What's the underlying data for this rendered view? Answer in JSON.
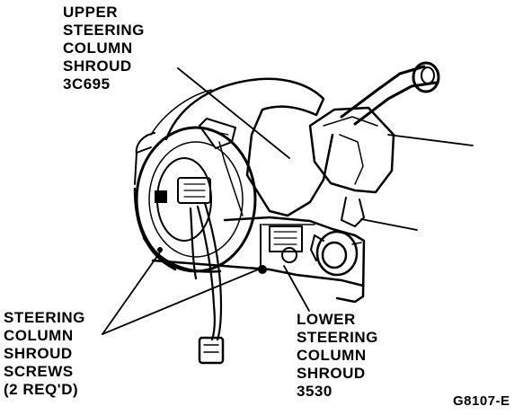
{
  "callouts": {
    "upper_shroud": {
      "lines": [
        "UPPER",
        "STEERING",
        "COLUMN",
        "SHROUD",
        "3C695"
      ]
    },
    "shroud_screws": {
      "lines": [
        "STEERING",
        "COLUMN",
        "SHROUD",
        "SCREWS",
        "(2 REQ'D)"
      ]
    },
    "lower_shroud": {
      "lines": [
        "LOWER",
        "STEERING",
        "COLUMN",
        "SHROUD",
        "3530"
      ]
    }
  },
  "figure_id": "G8107-E",
  "colors": {
    "ink": "#000000",
    "paper": "#ffffff"
  }
}
